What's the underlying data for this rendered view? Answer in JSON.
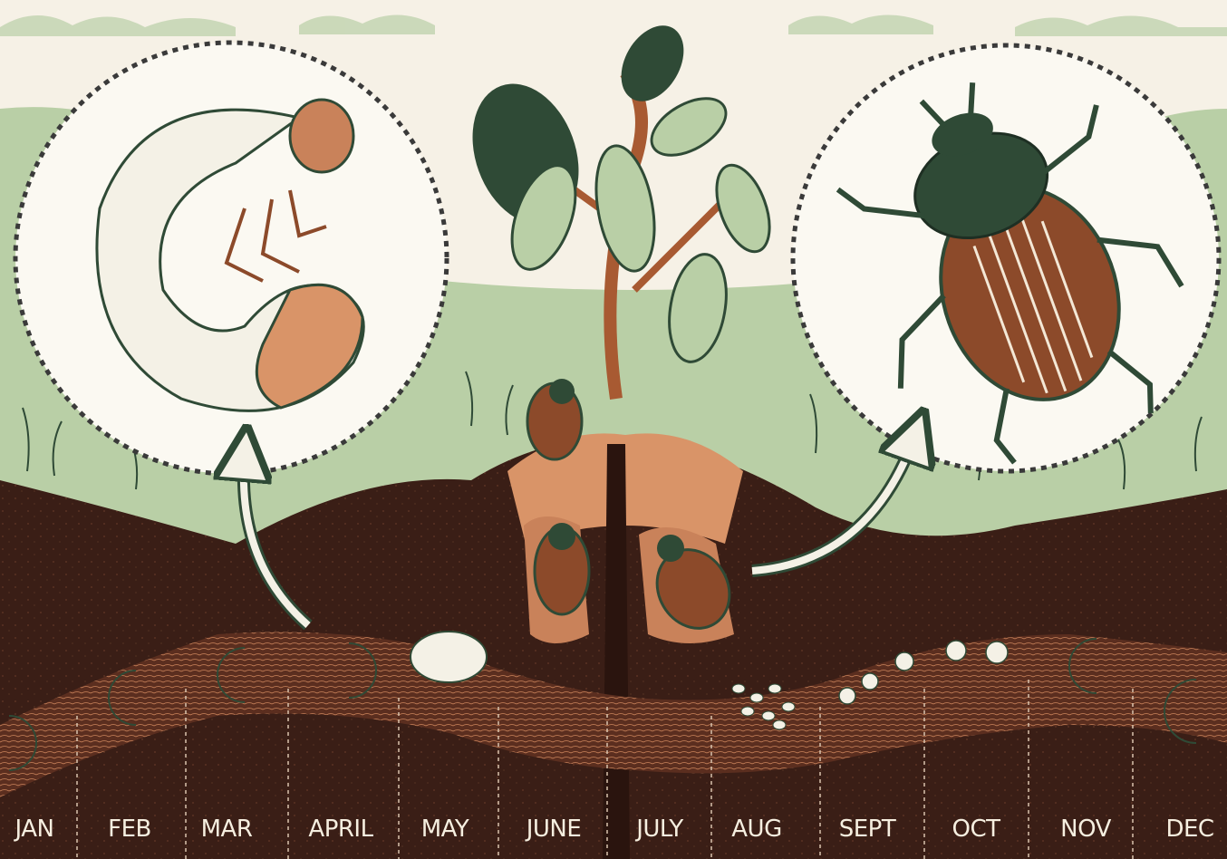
{
  "timeline": {
    "months": [
      "JAN",
      "FEB",
      "MAR",
      "APRIL",
      "MAY",
      "JUNE",
      "JULY",
      "AUG",
      "SEPT",
      "OCT",
      "NOV",
      "DEC"
    ]
  },
  "palette": {
    "sky": "#f6f1e6",
    "grass": "#b9cfa6",
    "leaf": "#2f4a36",
    "soil": "#3a1e16",
    "soil_light": "#5a2f20",
    "orange": "#d99468",
    "grub": "#f4f1e6",
    "label": "#f6efe0"
  },
  "icons": {
    "grub_inset": "grub-larva-illustration",
    "beetle_inset": "japanese-beetle-illustration",
    "plant": "damaged-plant-illustration"
  }
}
